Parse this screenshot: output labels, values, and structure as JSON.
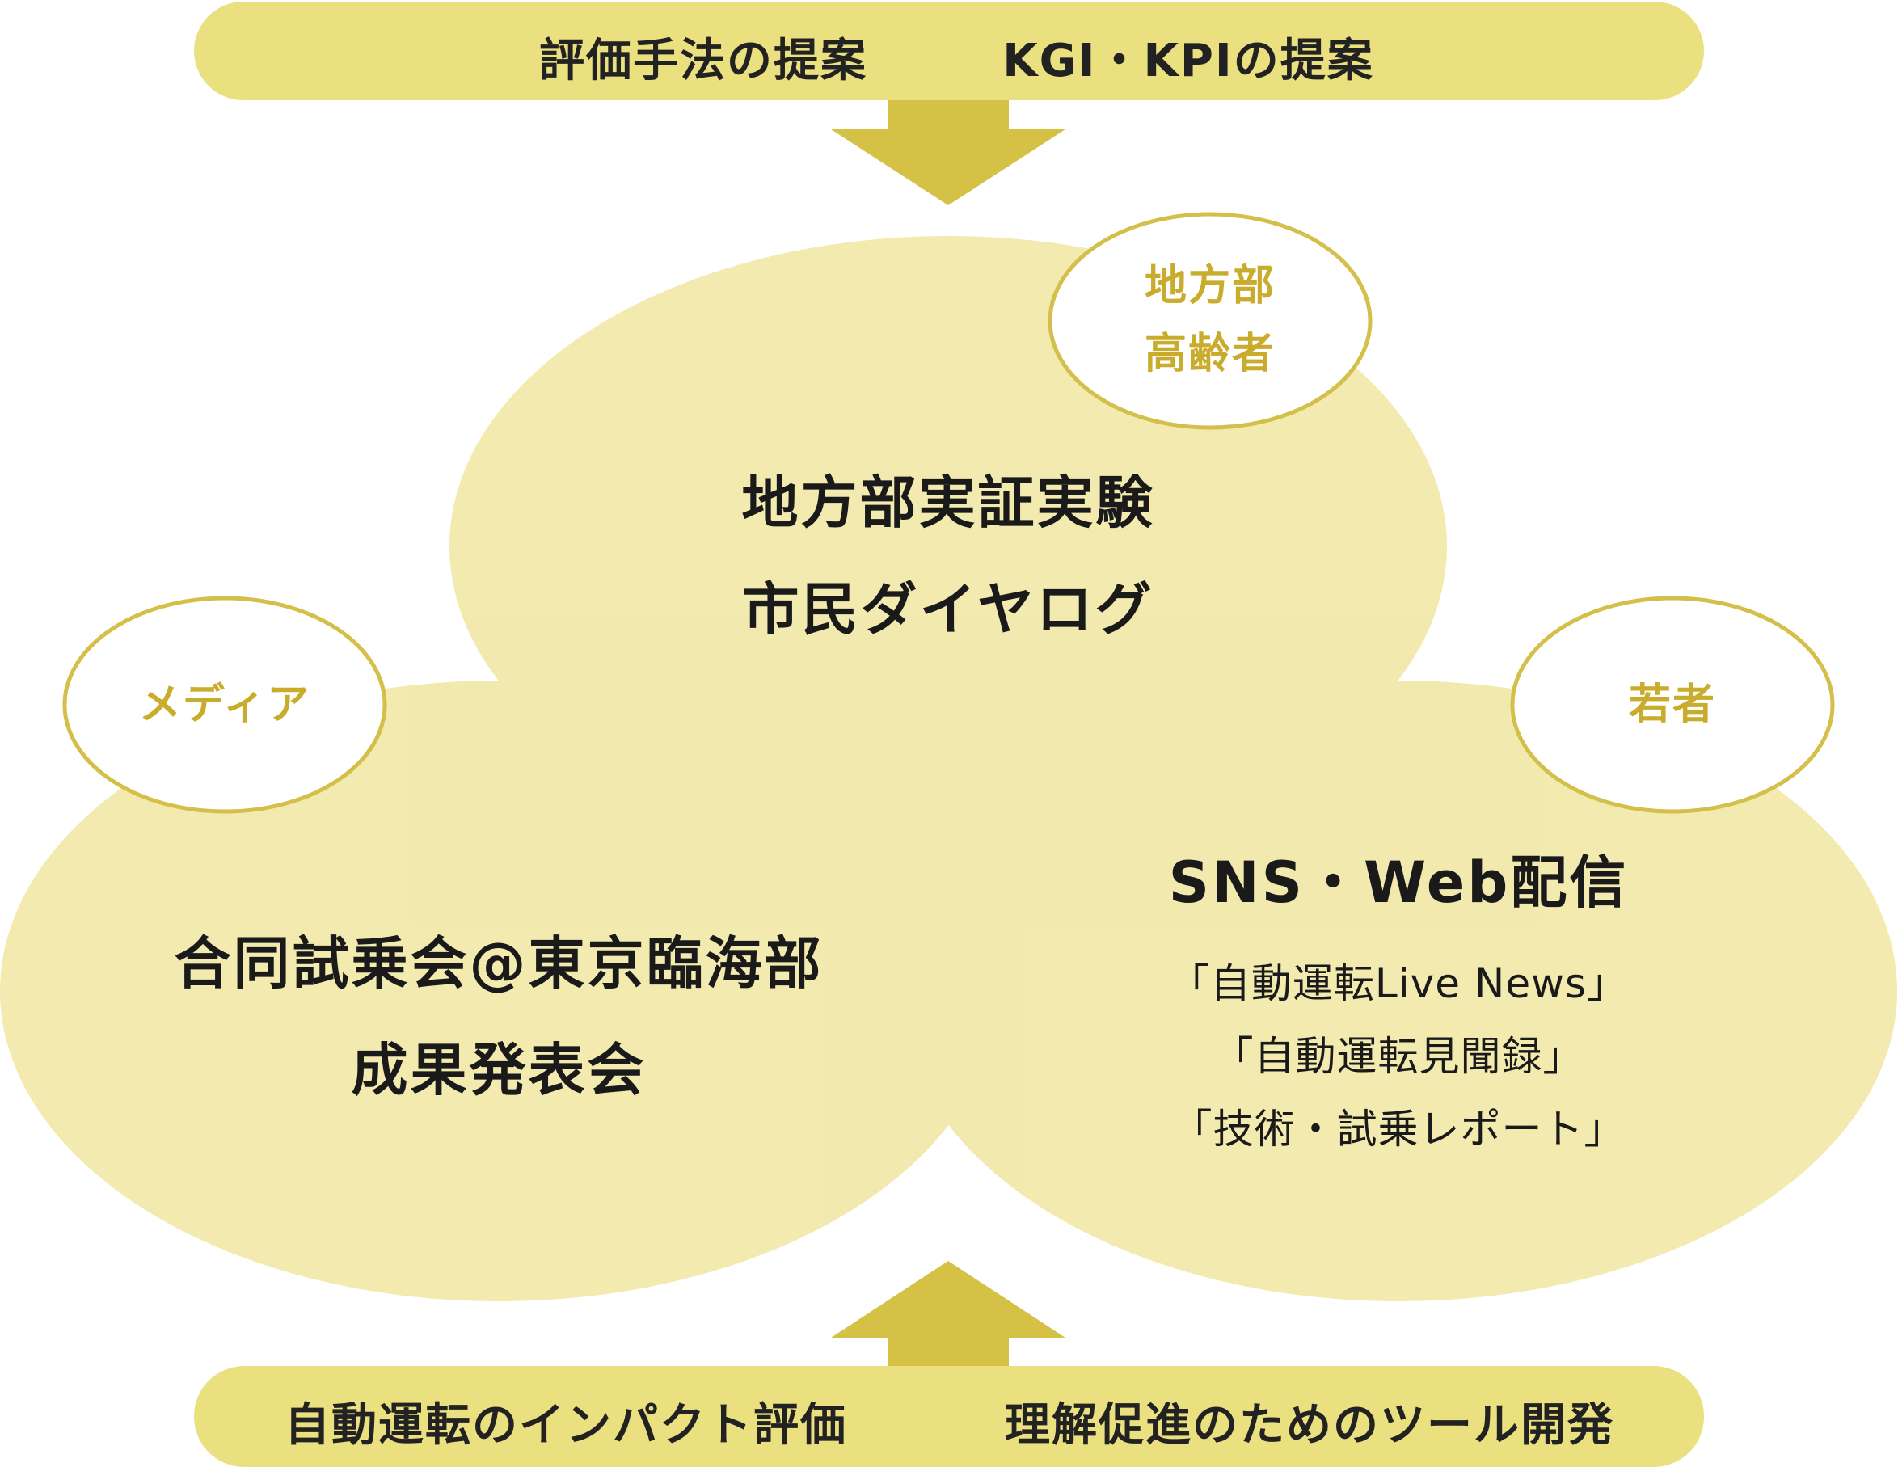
{
  "top_banner": {
    "items": [
      "評価手法の提案",
      "KGI・KPIの提案"
    ]
  },
  "bottom_banner": {
    "items": [
      "自動運転のインパクト評価",
      "理解促進のためのツール開発"
    ]
  },
  "circles": {
    "top": {
      "tag_lines": [
        "地方部",
        "高齢者"
      ],
      "lines": [
        "地方部実証実験",
        "市民ダイヤログ"
      ]
    },
    "left": {
      "tag": "メディア",
      "lines": [
        "合同試乗会@東京臨海部",
        "成果発表会"
      ]
    },
    "right": {
      "tag": "若者",
      "title": "SNS・Web配信",
      "items": [
        "「自動運転Live News」",
        "「自動運転見聞録」",
        "「技術・試乗レポート」"
      ]
    }
  },
  "colors": {
    "banner": "#ebe07f",
    "arrow": "#d6c147",
    "circle_fill": "#f1e6a2",
    "tag_stroke": "#d4bf4b",
    "tag_text": "#c9ac2c"
  }
}
